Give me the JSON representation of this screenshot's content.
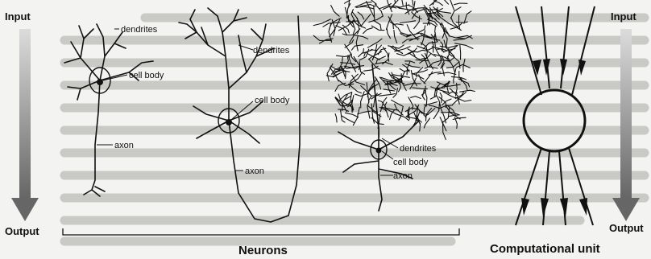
{
  "labels": {
    "input_left": "Input",
    "output_left": "Output",
    "input_right": "Input",
    "output_right": "Output",
    "neurons": "Neurons",
    "computational_unit": "Computational unit"
  },
  "neuron1": {
    "dendrites": "dendrites",
    "cell_body": "cell body",
    "axon": "axon"
  },
  "neuron2": {
    "dendrites": "dendrites",
    "cell_body": "cell body",
    "axon": "axon"
  },
  "neuron3": {
    "dendrites": "dendrites",
    "cell_body": "cell body",
    "axon": "axon"
  },
  "colors": {
    "arrow_top": "#d8d8d8",
    "arrow_bottom": "#6f6f6f",
    "ink": "#111111",
    "background": "#f3f3f1",
    "bleed_text": "#c9c9c6"
  }
}
